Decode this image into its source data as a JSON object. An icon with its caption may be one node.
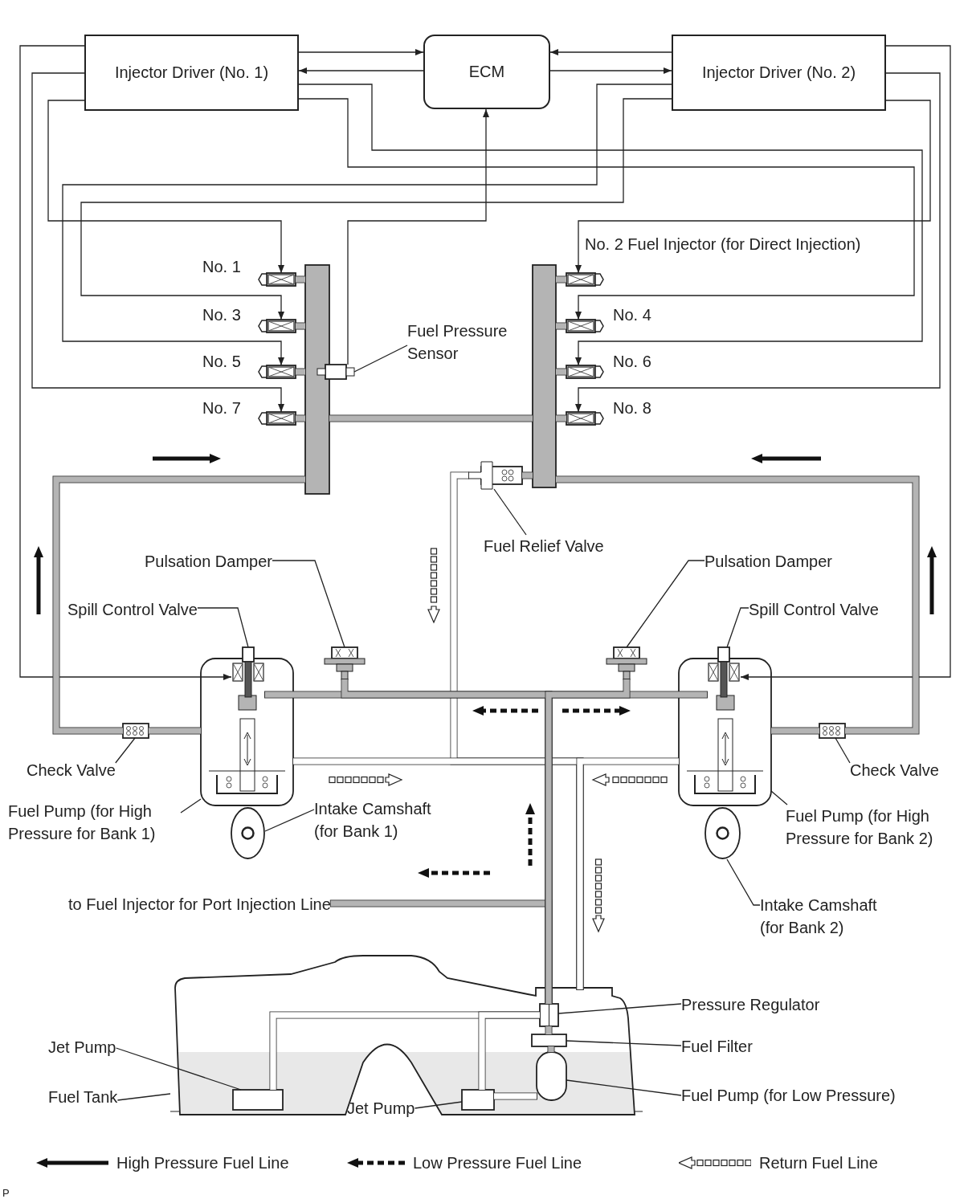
{
  "diagram": {
    "nodes": [
      {
        "text": [
          "Injector Driver (No. 1)"
        ]
      },
      {
        "text": [
          "ECM"
        ]
      },
      {
        "text": [
          "Injector Driver (No. 2)"
        ]
      },
      {
        "text": [],
        "shape": "box",
        "beside": [
          "No. 1"
        ]
      },
      {
        "text": [],
        "shape": "box",
        "beside": [
          "No. 3"
        ]
      },
      {
        "text": [],
        "shape": "box",
        "beside": [
          "No. 5"
        ]
      },
      {
        "text": [],
        "shape": "box",
        "beside": [
          "No. 7"
        ]
      },
      {
        "text": [],
        "shape": "box",
        "beside": [
          "No. 2 Fuel Injector (for Direct Injection)"
        ]
      },
      {
        "text": [],
        "shape": "box",
        "beside": [
          "No. 4"
        ]
      },
      {
        "text": [],
        "shape": "box",
        "beside": [
          "No. 6"
        ]
      },
      {
        "text": [],
        "shape": "box",
        "beside": [
          "No. 8"
        ]
      },
      {
        "text": [],
        "shape": "bar"
      },
      {
        "text": [],
        "shape": "bar"
      },
      {
        "text": [
          "Fuel Pressure Sensor"
        ]
      },
      {
        "text": [],
        "shape": "box"
      },
      {
        "text": [
          "Fuel Relief Valve"
        ]
      },
      {
        "text": [],
        "shape": "box"
      },
      {
        "text": [
          "Pulsation Damper"
        ]
      },
      {
        "text": [],
        "shape": "box"
      },
      {
        "text": [
          "Pulsation Damper"
        ]
      },
      {
        "text": [],
        "shape": "box"
      },
      {
        "text": [
          "Fuel Pump (for High Pressure for Bank 1)"
        ]
      },
      {
        "text": [],
        "shape": "box"
      },
      {
        "text": [
          "Fuel Pump (for High Pressure for Bank 2)"
        ]
      },
      {
        "text": [],
        "shape": "box"
      },
      {
        "text": [
          "Spill Control Valve"
        ]
      },
      {
        "text": [],
        "shape": "box",
        "in": 22
      },
      {
        "text": [
          "Spill Control Valve"
        ]
      },
      {
        "text": [],
        "shape": "box",
        "in": 24
      },
      {
        "text": [
          "Check Valve"
        ]
      },
      {
        "text": [],
        "shape": "box"
      },
      {
        "text": [
          "Check Valve"
        ]
      },
      {
        "text": [],
        "shape": "box"
      },
      {
        "text": [
          "Intake Camshaft (for Bank 1)"
        ]
      },
      {
        "text": [],
        "shape": "circle"
      },
      {
        "text": [
          "Intake Camshaft (for Bank 2)"
        ]
      },
      {
        "text": [],
        "shape": "circle"
      },
      {
        "text": [
          "to Fuel Injector for Port Injection Line"
        ]
      },
      {
        "text": [
          "Fuel Tank"
        ]
      },
      {
        "text": [],
        "shape": "tank"
      },
      {
        "text": [
          "Pressure Regulator"
        ]
      },
      {
        "text": [],
        "shape": "box",
        "in": 39
      },
      {
        "text": [
          "Fuel Filter"
        ]
      },
      {
        "text": [],
        "shape": "box",
        "in": 39
      },
      {
        "text": [
          "Fuel Pump (for Low Pressure)"
        ]
      },
      {
        "text": [],
        "shape": "box",
        "in": 39
      },
      {
        "text": [
          "Jet Pump"
        ]
      },
      {
        "text": [],
        "shape": "box",
        "in": 39
      },
      {
        "text": [
          "Jet Pump"
        ]
      },
      {
        "text": [],
        "shape": "box",
        "in": 39
      }
    ],
    "edges": [
      {
        "from": 0,
        "to": 1,
        "arrow": "to"
      },
      {
        "from": 1,
        "to": 0,
        "arrow": "to"
      },
      {
        "from": 2,
        "to": 1,
        "arrow": "to"
      },
      {
        "from": 1,
        "to": 2,
        "arrow": "to"
      },
      {
        "from": 0,
        "to": 3,
        "arrow": "to"
      },
      {
        "from": 2,
        "to": 4,
        "arrow": "to"
      },
      {
        "from": 2,
        "to": 5,
        "arrow": "to"
      },
      {
        "from": 0,
        "to": 6,
        "arrow": "to"
      },
      {
        "from": 2,
        "to": 7,
        "arrow": "to"
      },
      {
        "from": 0,
        "to": 8,
        "arrow": "to"
      },
      {
        "from": 0,
        "to": 9,
        "arrow": "to"
      },
      {
        "from": 2,
        "to": 10,
        "arrow": "to"
      },
      {
        "from": 0,
        "to": 26,
        "arrow": "to"
      },
      {
        "from": 2,
        "to": 28,
        "arrow": "to"
      },
      {
        "from": 14,
        "to": 1,
        "arrow": "to"
      },
      {
        "from": 3,
        "to": 11,
        "arrow": "none",
        "style": "thick",
        "color": "#b4b4b4"
      },
      {
        "from": 4,
        "to": 11,
        "arrow": "none",
        "style": "thick",
        "color": "#b4b4b4"
      },
      {
        "from": 5,
        "to": 11,
        "arrow": "none",
        "style": "thick",
        "color": "#b4b4b4"
      },
      {
        "from": 6,
        "to": 11,
        "arrow": "none",
        "style": "thick",
        "color": "#b4b4b4"
      },
      {
        "from": 7,
        "to": 12,
        "arrow": "none",
        "style": "thick",
        "color": "#b4b4b4"
      },
      {
        "from": 8,
        "to": 12,
        "arrow": "none",
        "style": "thick",
        "color": "#b4b4b4"
      },
      {
        "from": 9,
        "to": 12,
        "arrow": "none",
        "style": "thick",
        "color": "#b4b4b4"
      },
      {
        "from": 10,
        "to": 12,
        "arrow": "none",
        "style": "thick",
        "color": "#b4b4b4"
      },
      {
        "from": 11,
        "to": 12,
        "arrow": "none",
        "style": "thick",
        "color": "#b4b4b4"
      },
      {
        "from": 22,
        "to": 30,
        "arrow": "none",
        "style": "thick",
        "color": "#b4b4b4"
      },
      {
        "from": 30,
        "to": 11,
        "arrow": "none",
        "style": "thick",
        "color": "#b4b4b4"
      },
      {
        "from": 24,
        "to": 32,
        "arrow": "none",
        "style": "thick",
        "color": "#b4b4b4"
      },
      {
        "from": 32,
        "to": 12,
        "arrow": "none",
        "style": "thick",
        "color": "#b4b4b4"
      },
      {
        "from": 12,
        "to": 16,
        "arrow": "none",
        "style": "thick",
        "color": "#b4b4b4"
      },
      {
        "from": 16,
        "to": 39,
        "arrow": "none",
        "style": "thick",
        "color": "#ffffff"
      },
      {
        "from": 22,
        "to": 39,
        "arrow": "none",
        "style": "thick",
        "color": "#ffffff"
      },
      {
        "from": 24,
        "to": 39,
        "arrow": "none",
        "style": "thick",
        "color": "#ffffff"
      },
      {
        "from": 45,
        "to": 43,
        "arrow": "none",
        "style": "thick",
        "color": "#b4b4b4"
      },
      {
        "from": 43,
        "to": 41,
        "arrow": "none",
        "style": "thick",
        "color": "#b4b4b4"
      },
      {
        "from": 41,
        "to": 37,
        "arrow": "none",
        "style": "thick",
        "color": "#b4b4b4"
      },
      {
        "from": 41,
        "to": 26,
        "arrow": "none",
        "style": "thick",
        "color": "#b4b4b4"
      },
      {
        "from": 41,
        "to": 28,
        "arrow": "none",
        "style": "thick",
        "color": "#b4b4b4"
      },
      {
        "from": 41,
        "to": 18,
        "arrow": "none",
        "style": "thick",
        "color": "#b4b4b4"
      },
      {
        "from": 41,
        "to": 20,
        "arrow": "none",
        "style": "thick",
        "color": "#b4b4b4"
      },
      {
        "from": 41,
        "to": 47,
        "arrow": "none",
        "style": "thick",
        "color": "#ffffff"
      },
      {
        "from": 41,
        "to": 49,
        "arrow": "none",
        "style": "thick",
        "color": "#ffffff"
      },
      {
        "from": 49,
        "to": 45,
        "arrow": "none",
        "style": "thick",
        "color": "#ffffff"
      },
      {
        "from": 13,
        "to": 14,
        "arrow": "none"
      },
      {
        "from": 15,
        "to": 16,
        "arrow": "none"
      },
      {
        "from": 17,
        "to": 18,
        "arrow": "none"
      },
      {
        "from": 19,
        "to": 20,
        "arrow": "none"
      },
      {
        "from": 25,
        "to": 26,
        "arrow": "none"
      },
      {
        "from": 27,
        "to": 28,
        "arrow": "none"
      },
      {
        "from": 29,
        "to": 30,
        "arrow": "none"
      },
      {
        "from": 31,
        "to": 32,
        "arrow": "none"
      },
      {
        "from": 21,
        "to": 22,
        "arrow": "none"
      },
      {
        "from": 23,
        "to": 24,
        "arrow": "none"
      },
      {
        "from": 33,
        "to": 34,
        "arrow": "none"
      },
      {
        "from": 35,
        "to": 36,
        "arrow": "none"
      },
      {
        "from": 38,
        "to": 39,
        "arrow": "none"
      },
      {
        "from": 40,
        "to": 41,
        "arrow": "none"
      },
      {
        "from": 42,
        "to": 43,
        "arrow": "none"
      },
      {
        "from": 44,
        "to": 45,
        "arrow": "none"
      },
      {
        "from": 46,
        "to": 47,
        "arrow": "none"
      },
      {
        "from": 48,
        "to": 49,
        "arrow": "none"
      }
    ],
    "labels": [
      "P"
    ],
    "legend": [
      {
        "text": "High Pressure Fuel Line"
      },
      {
        "text": "Low Pressure Fuel Line"
      },
      {
        "text": "Return Fuel Line"
      }
    ]
  }
}
